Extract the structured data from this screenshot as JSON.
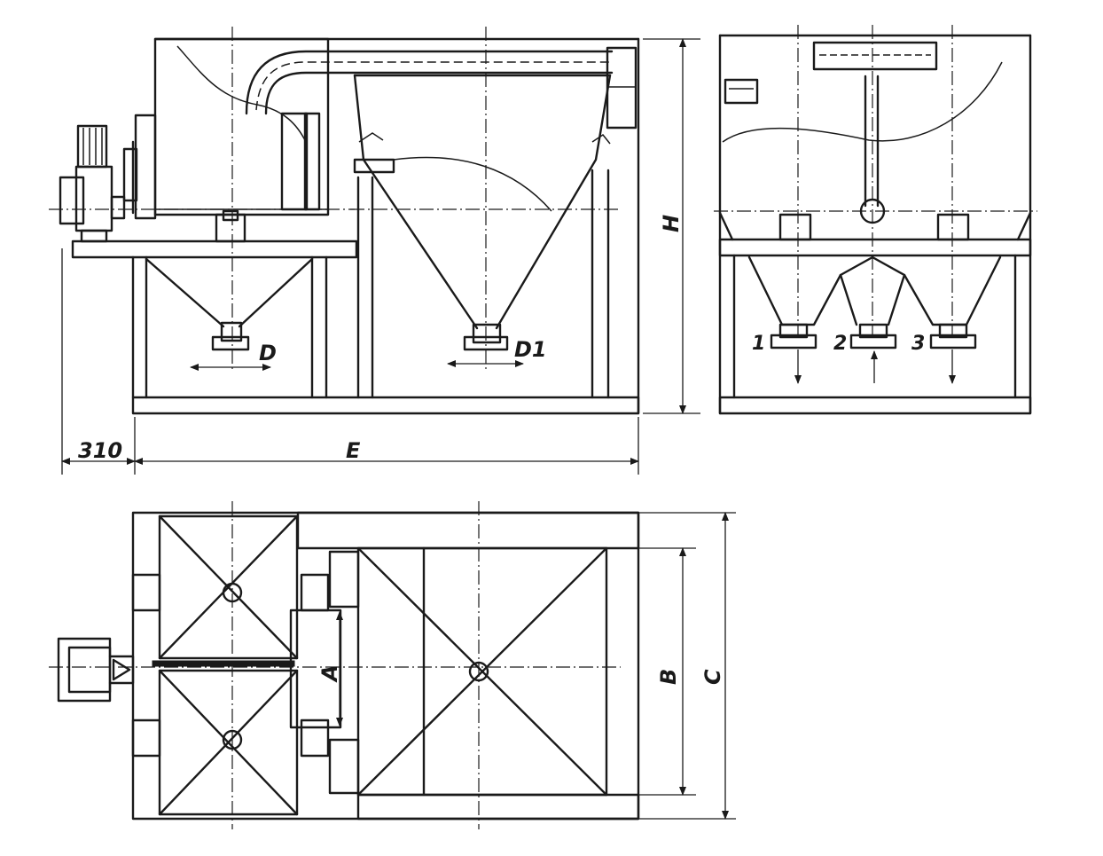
{
  "dimension_labels": {
    "offset": "310",
    "length": "E",
    "height": "H",
    "outlet_d": "D",
    "outlet_d1": "D1",
    "width_a": "A",
    "width_b": "B",
    "width_c": "C"
  },
  "port_labels": [
    "1",
    "2",
    "3"
  ]
}
